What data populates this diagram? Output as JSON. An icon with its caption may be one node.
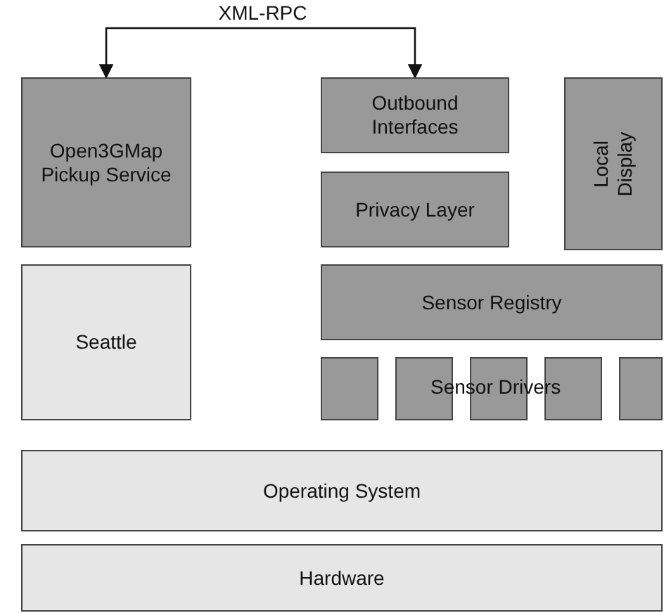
{
  "diagram": {
    "nodes": [
      {
        "text": [
          "Open3GMap Pickup Service"
        ]
      },
      {
        "text": [
          "Outbound Interfaces"
        ]
      },
      {
        "text": [
          "Local Display"
        ]
      },
      {
        "text": [
          "Privacy Layer"
        ]
      },
      {
        "text": [
          "Seattle"
        ]
      },
      {
        "text": [
          "Sensor Registry"
        ]
      },
      {
        "text": [],
        "shape": "box"
      },
      {
        "text": [],
        "shape": "box"
      },
      {
        "text": [],
        "shape": "box"
      },
      {
        "text": [],
        "shape": "box"
      },
      {
        "text": [],
        "shape": "box"
      },
      {
        "text": [
          "Operating System"
        ]
      },
      {
        "text": [
          "Hardware"
        ]
      }
    ],
    "edges": [
      {
        "from": 0,
        "to": 1,
        "arrow": "both",
        "label": "XML-RPC"
      }
    ],
    "labels": [
      "Sensor Drivers"
    ]
  }
}
